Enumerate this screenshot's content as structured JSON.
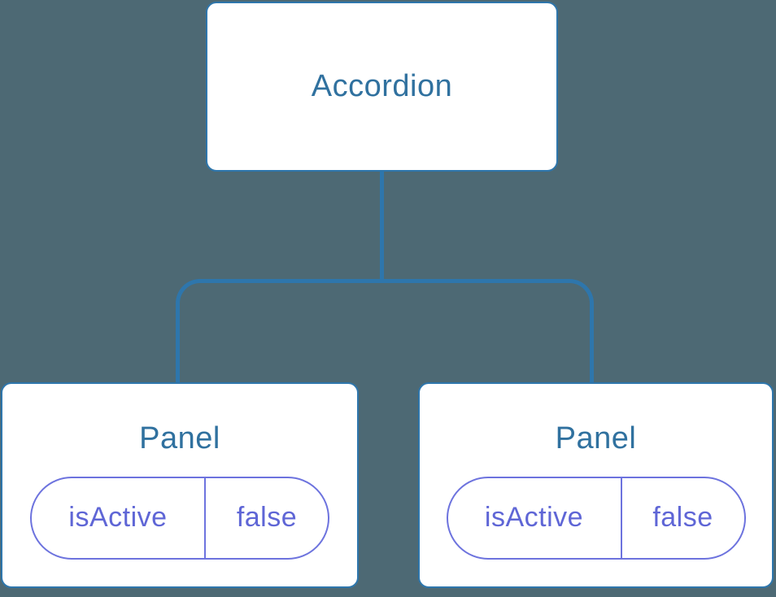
{
  "diagram": {
    "root": {
      "label": "Accordion"
    },
    "panels": [
      {
        "title": "Panel",
        "prop": {
          "name": "isActive",
          "value": "false"
        }
      },
      {
        "title": "Panel",
        "prop": {
          "name": "isActive",
          "value": "false"
        }
      }
    ]
  },
  "colors": {
    "background": "#4d6974",
    "line_blue": "#2e76ac",
    "node_title": "#30719f",
    "state_purple": "#5f66d6",
    "state_border": "#6d73de",
    "node_bg": "#ffffff"
  }
}
